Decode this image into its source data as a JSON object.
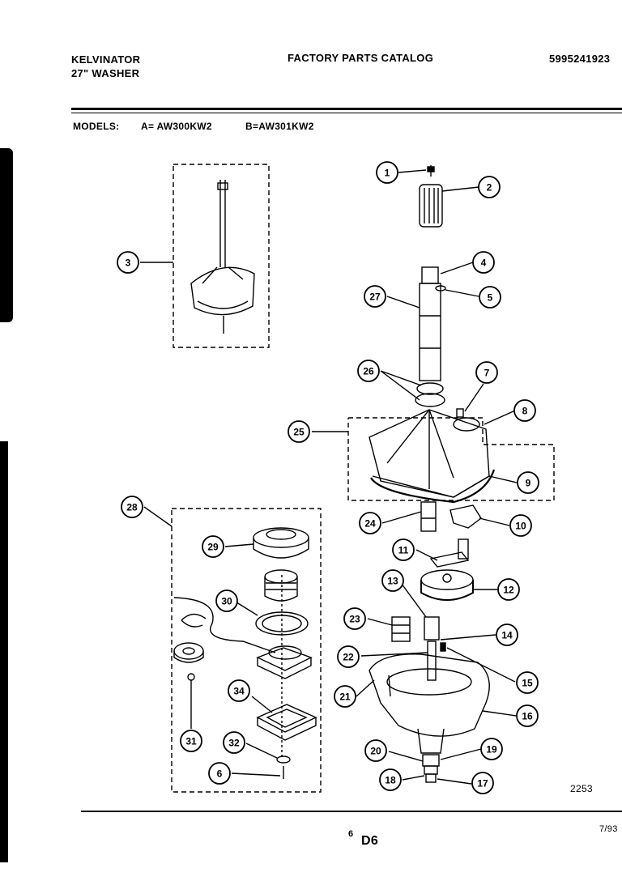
{
  "header": {
    "brand": "KELVINATOR",
    "product": "27\" WASHER",
    "catalog_title": "FACTORY PARTS CATALOG",
    "catalog_number": "5995241923"
  },
  "models": {
    "label": "MODELS:",
    "model_a": "A= AW300KW2",
    "model_b": "B=AW301KW2"
  },
  "callouts": [
    "1",
    "2",
    "3",
    "4",
    "5",
    "27",
    "26",
    "7",
    "8",
    "25",
    "9",
    "28",
    "24",
    "10",
    "29",
    "11",
    "13",
    "12",
    "30",
    "23",
    "14",
    "22",
    "15",
    "21",
    "16",
    "34",
    "31",
    "32",
    "20",
    "19",
    "6",
    "18",
    "17"
  ],
  "footer": {
    "figure_number": "2253",
    "page_number": "6",
    "section_code": "D6",
    "date": "7/93"
  }
}
